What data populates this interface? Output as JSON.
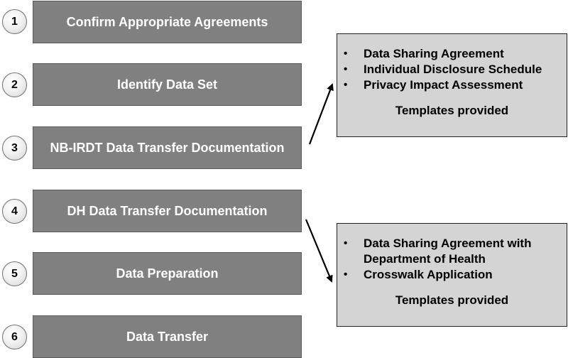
{
  "steps": [
    {
      "number": "1",
      "label": "Confirm Appropriate Agreements"
    },
    {
      "number": "2",
      "label": "Identify Data Set"
    },
    {
      "number": "3",
      "label": "NB-IRDT Data Transfer Documentation"
    },
    {
      "number": "4",
      "label": "DH Data Transfer Documentation"
    },
    {
      "number": "5",
      "label": "Data Preparation"
    },
    {
      "number": "6",
      "label": "Data Transfer"
    }
  ],
  "panel_top": {
    "items": [
      "Data Sharing Agreement",
      "Individual Disclosure Schedule",
      "Privacy Impact Assessment"
    ],
    "footer": "Templates provided"
  },
  "panel_bottom": {
    "items": [
      "Data Sharing Agreement with Department of Health",
      "Crosswalk Application"
    ],
    "footer": "Templates provided"
  },
  "colors": {
    "step_box": "#808080",
    "panel_box": "#d4d4d4",
    "arrow": "#000000"
  }
}
